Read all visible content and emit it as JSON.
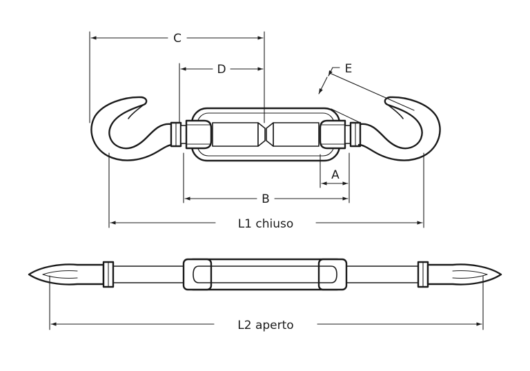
{
  "labels": {
    "C": "C",
    "D": "D",
    "E": "E",
    "A": "A",
    "B": "B",
    "L1": "L1 chiuso",
    "L2": "L2 aperto"
  }
}
